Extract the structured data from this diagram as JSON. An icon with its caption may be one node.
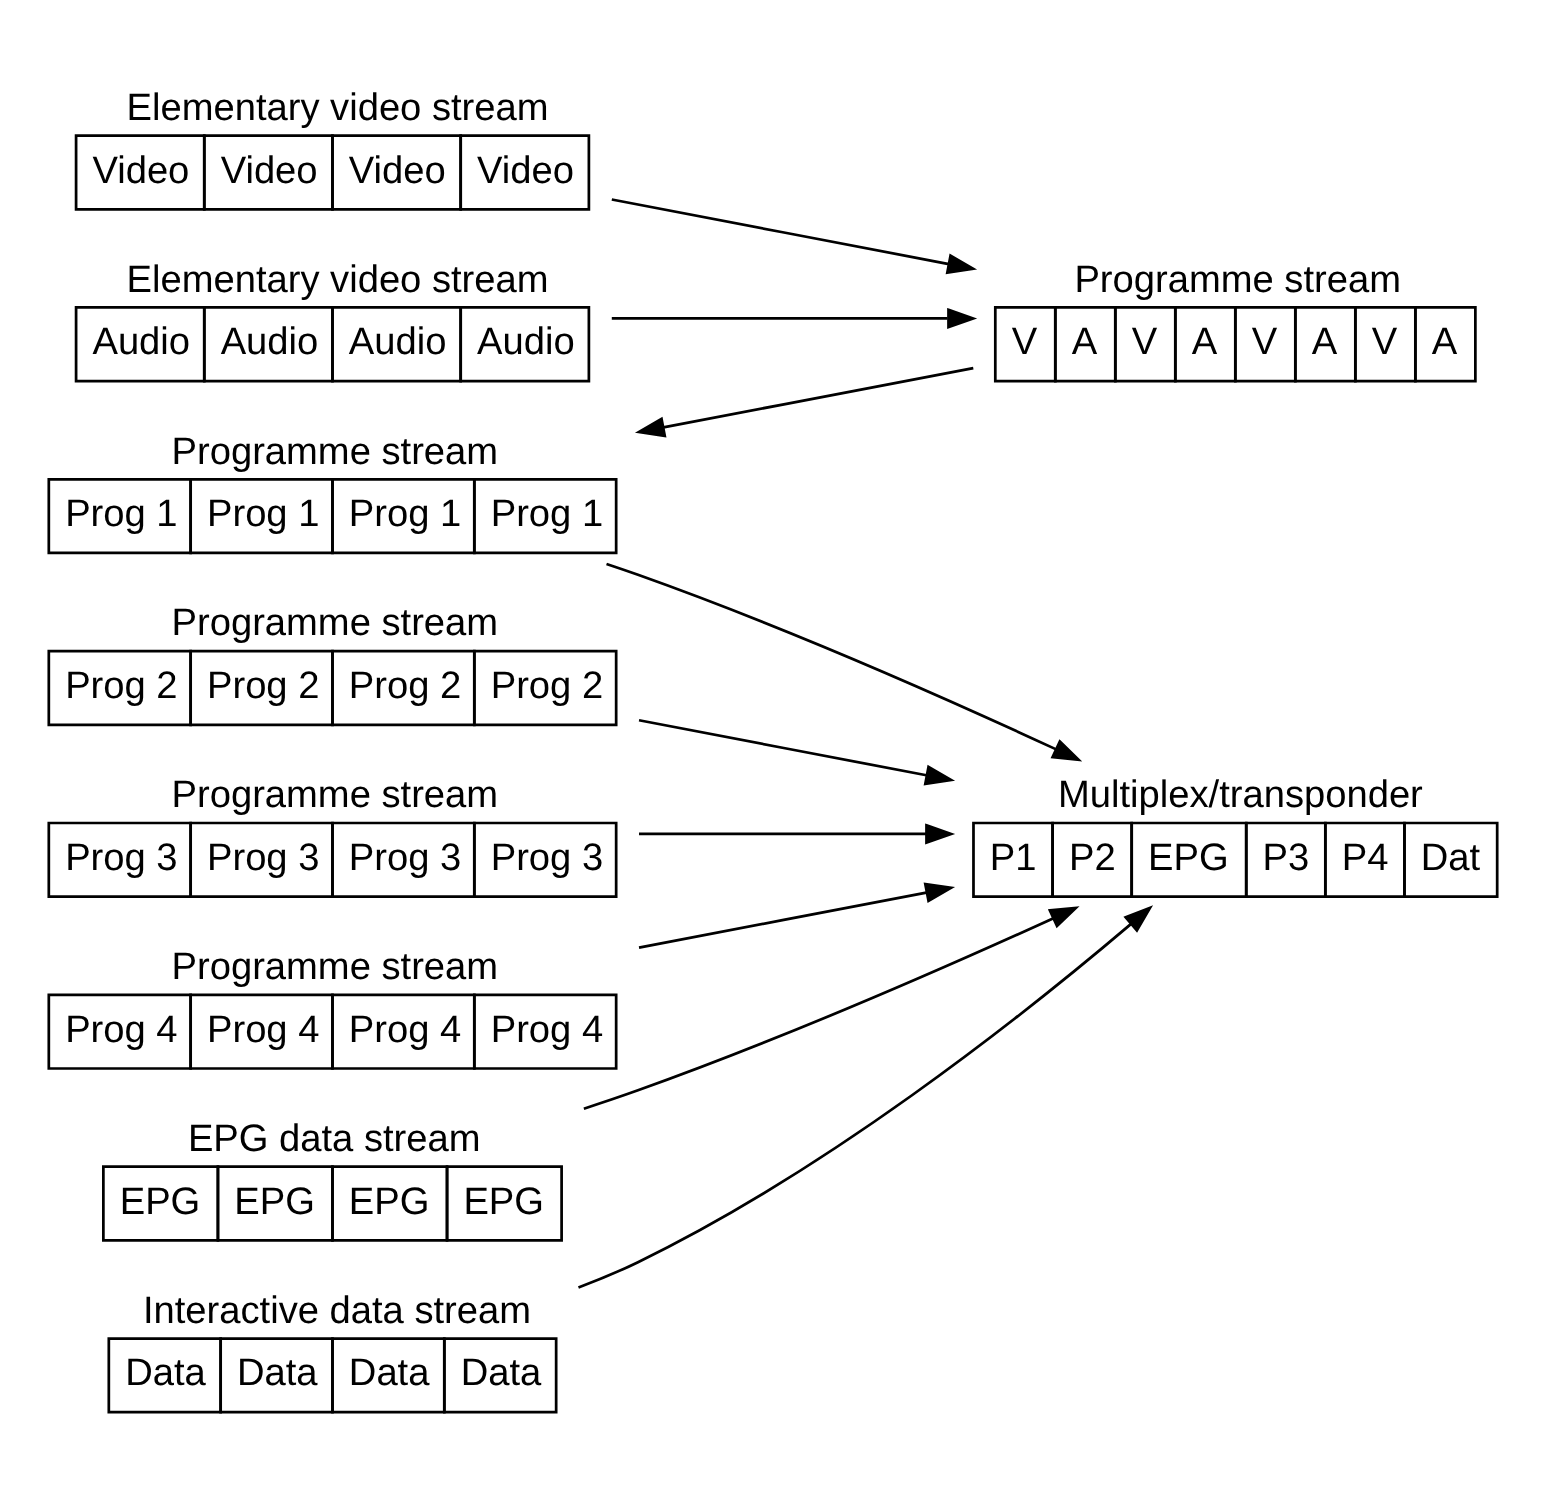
{
  "diagram": {
    "nodes": [
      {
        "text": [
          "Elementary video stream",
          "Video",
          "Video",
          "Video",
          "Video"
        ]
      },
      {
        "text": [
          "Elementary video stream",
          "Audio",
          "Audio",
          "Audio",
          "Audio"
        ]
      },
      {
        "text": [
          "Programme stream",
          "V",
          "A",
          "V",
          "A",
          "V",
          "A",
          "V",
          "A"
        ]
      },
      {
        "text": [
          "Programme stream",
          "Prog 1",
          "Prog 1",
          "Prog 1",
          "Prog 1"
        ]
      },
      {
        "text": [
          "Programme stream",
          "Prog 2",
          "Prog 2",
          "Prog 2",
          "Prog 2"
        ]
      },
      {
        "text": [
          "Programme stream",
          "Prog 3",
          "Prog 3",
          "Prog 3",
          "Prog 3"
        ]
      },
      {
        "text": [
          "Programme stream",
          "Prog 4",
          "Prog 4",
          "Prog 4",
          "Prog 4"
        ]
      },
      {
        "text": [
          "EPG data stream",
          "EPG",
          "EPG",
          "EPG",
          "EPG"
        ]
      },
      {
        "text": [
          "Interactive data stream",
          "Data",
          "Data",
          "Data",
          "Data"
        ]
      },
      {
        "text": [
          "Multiplex/transponder",
          "P1",
          "P2",
          "EPG",
          "P3",
          "P4",
          "Dat"
        ]
      }
    ],
    "edges": [
      {
        "from": 0,
        "to": 2,
        "arrow": "to"
      },
      {
        "from": 1,
        "to": 2,
        "arrow": "to"
      },
      {
        "from": 2,
        "to": 3,
        "arrow": "to"
      },
      {
        "from": 3,
        "to": 9,
        "arrow": "to"
      },
      {
        "from": 4,
        "to": 9,
        "arrow": "to"
      },
      {
        "from": 5,
        "to": 9,
        "arrow": "to"
      },
      {
        "from": 6,
        "to": 9,
        "arrow": "to"
      },
      {
        "from": 7,
        "to": 9,
        "arrow": "to"
      },
      {
        "from": 8,
        "to": 9,
        "arrow": "to"
      }
    ]
  }
}
